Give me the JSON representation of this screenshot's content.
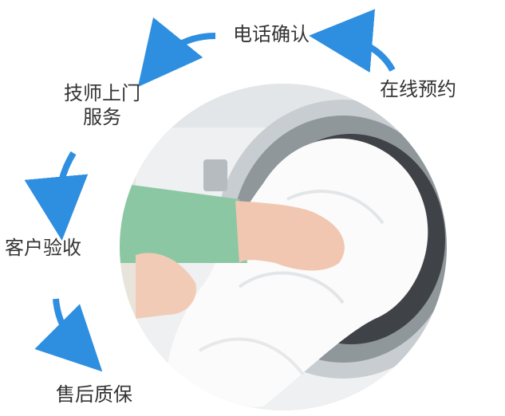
{
  "flow": {
    "steps": {
      "phone_confirm": "电话确认",
      "online_booking": "在线预约",
      "tech_service_line1": "技师上门",
      "tech_service_line2": "服务",
      "customer_acceptance": "客户验收",
      "after_sales": "售后质保"
    }
  },
  "colors": {
    "arrow": "#2e8ee0",
    "text": "#333333",
    "ring": "#e8e4dc"
  },
  "illustration": {
    "subject": "washing-machine-with-white-laundry"
  }
}
